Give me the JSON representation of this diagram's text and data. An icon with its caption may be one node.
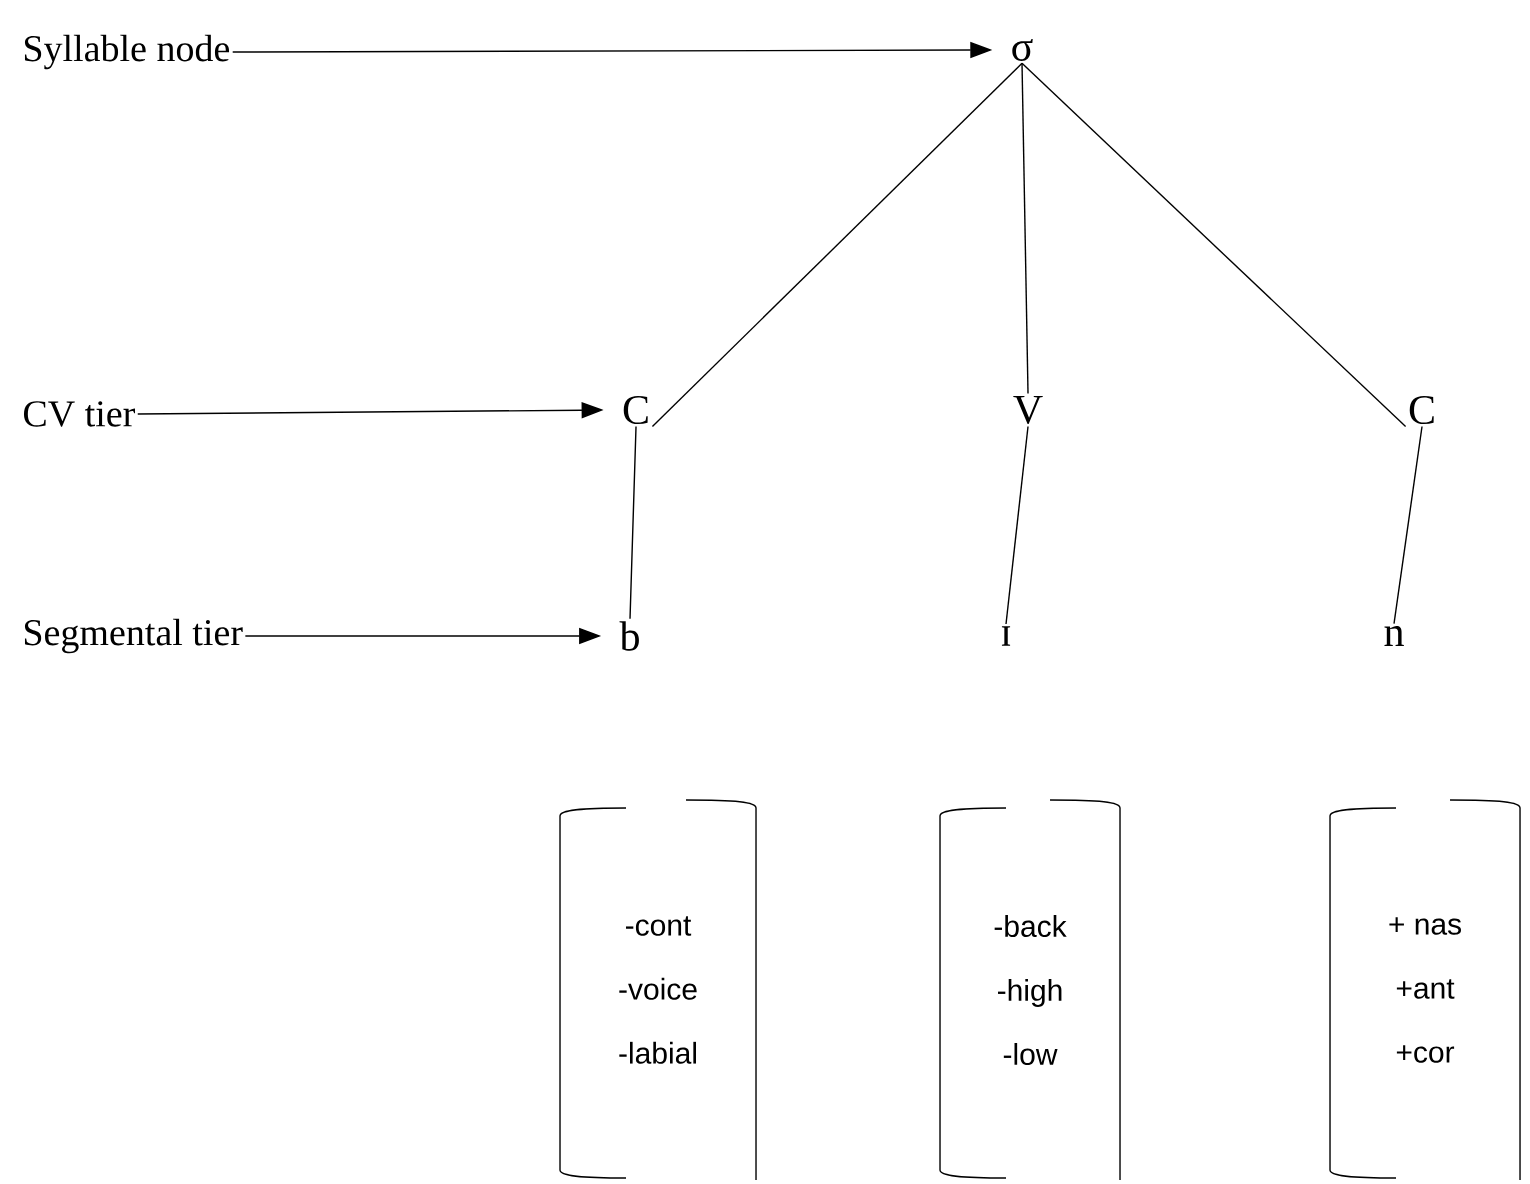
{
  "diagram": {
    "nodes": [
      {
        "text": [
          "Syllable node"
        ]
      },
      {
        "text": [
          "CV tier"
        ]
      },
      {
        "text": [
          "Segmental tier"
        ]
      },
      {
        "text": [
          "σ"
        ]
      },
      {
        "text": [
          "C"
        ]
      },
      {
        "text": [
          "V"
        ]
      },
      {
        "text": [
          "C"
        ]
      },
      {
        "text": [
          "b"
        ]
      },
      {
        "text": [
          "ɪ"
        ]
      },
      {
        "text": [
          "n"
        ]
      },
      {
        "text": [
          "-cont",
          "-voice",
          "-labial"
        ]
      },
      {
        "text": [
          "-back",
          "-high",
          "-low"
        ]
      },
      {
        "text": [
          "+ nas",
          "+ant",
          "+cor"
        ]
      }
    ],
    "edges": [
      {
        "from": 0,
        "to": 3,
        "arrow": "to"
      },
      {
        "from": 1,
        "to": 4,
        "arrow": "to"
      },
      {
        "from": 2,
        "to": 7,
        "arrow": "to"
      },
      {
        "from": 3,
        "to": 4,
        "arrow": "none"
      },
      {
        "from": 3,
        "to": 5,
        "arrow": "none"
      },
      {
        "from": 3,
        "to": 6,
        "arrow": "none"
      },
      {
        "from": 4,
        "to": 7,
        "arrow": "none"
      },
      {
        "from": 5,
        "to": 8,
        "arrow": "none"
      },
      {
        "from": 6,
        "to": 9,
        "arrow": "none"
      }
    ]
  }
}
